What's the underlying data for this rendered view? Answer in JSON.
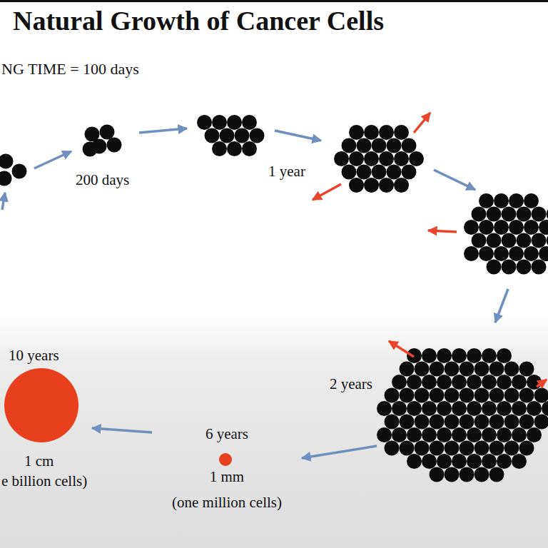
{
  "diagram": {
    "title": "Natural Growth of Cancer Cells",
    "nodes": [
      {
        "text": [
          "2 years"
        ]
      },
      {
        "text": [
          "6 years",
          "1 mm",
          "(one million cells)"
        ]
      },
      {
        "text": [
          "10 years",
          "1 cm",
          "e billion cells)"
        ]
      }
    ],
    "edges": [
      {
        "from": 0,
        "to": 1,
        "arrow": "to"
      },
      {
        "from": 1,
        "to": 2,
        "arrow": "to"
      }
    ],
    "labels": [
      "NG TIME = 100 days",
      "200 days",
      "1 year"
    ]
  }
}
